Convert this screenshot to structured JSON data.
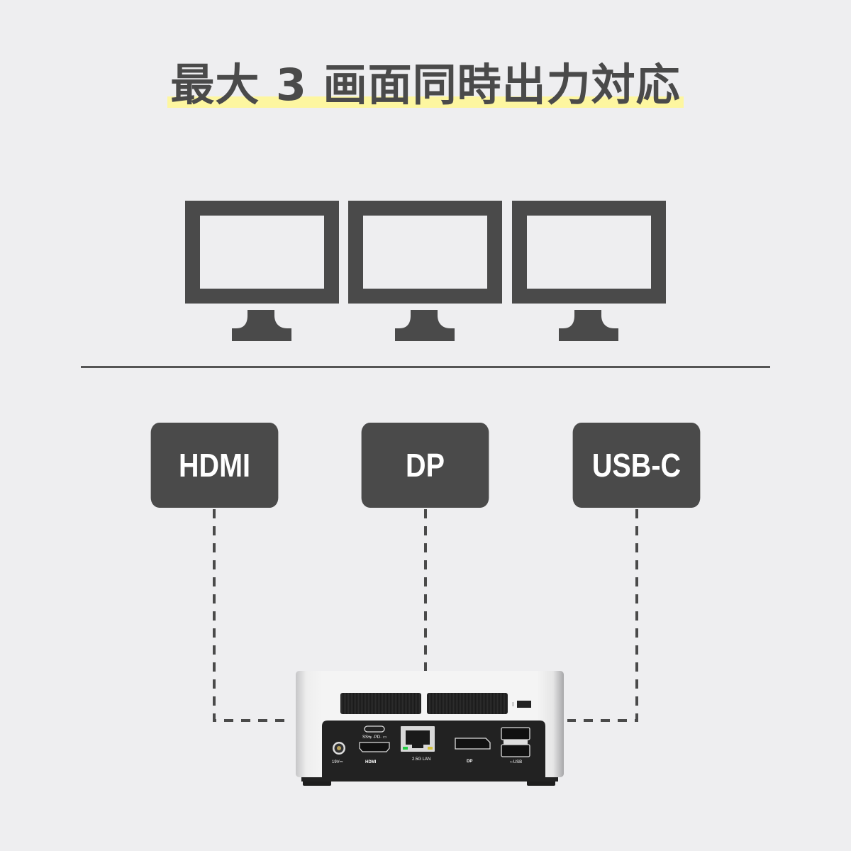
{
  "header": {
    "title": "最大 3 画面同時出力対応",
    "highlight_color": "#fdf6a0",
    "text_color": "#4a4a4a"
  },
  "monitors": [
    {
      "id": 1,
      "icon": "monitor-icon"
    },
    {
      "id": 2,
      "icon": "monitor-icon"
    },
    {
      "id": 3,
      "icon": "monitor-icon"
    }
  ],
  "outputs": [
    {
      "label": "HDMI"
    },
    {
      "label": "DP"
    },
    {
      "label": "USB-C"
    }
  ],
  "device": {
    "port_labels": {
      "power": "19V⎓",
      "hdmi": "HDMI",
      "usbc": "SS⇆ ·PD· ▭",
      "lan": "2.5G LAN",
      "dp": "DP",
      "usb": "⭠USB"
    }
  },
  "colors": {
    "background": "#eeeef0",
    "dark": "#4a4a4a",
    "divider": "#555555"
  }
}
